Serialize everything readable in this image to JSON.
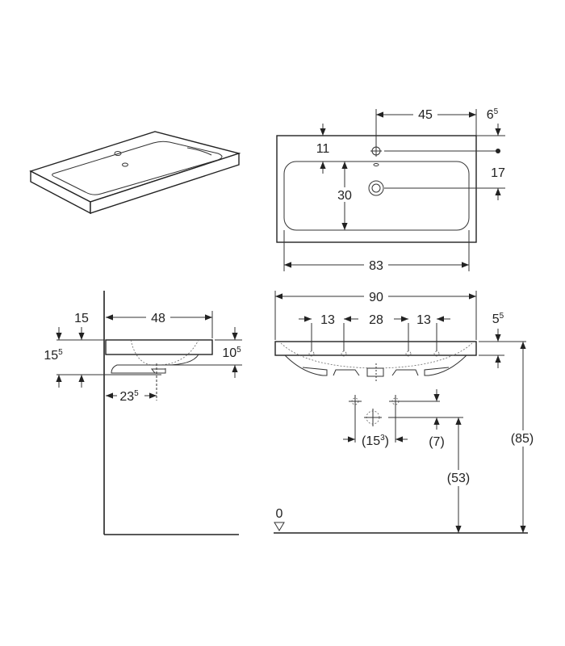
{
  "title": "Washbasin dimension drawing",
  "top_view": {
    "width_tap_to_edge": "45",
    "edge_offset": {
      "main": "6",
      "sup": "5"
    },
    "front_to_bowl": "11",
    "bowl_depth": "30",
    "tap_to_drain": "17",
    "bowl_width": "83"
  },
  "side_view": {
    "depth": "48",
    "wall_gap": "15",
    "height_total": {
      "main": "15",
      "sup": "5"
    },
    "rim_height": {
      "main": "10",
      "sup": "5"
    },
    "drain_distance": {
      "main": "23",
      "sup": "5"
    }
  },
  "front_view": {
    "overall_width": "90",
    "hole_left": "13",
    "hole_spacing": "28",
    "hole_right": "13",
    "rim_thickness": {
      "main": "5",
      "sup": "5"
    },
    "fixing_spacing": {
      "open": "(15",
      "sup": "3",
      "close": ")"
    },
    "fixing_offset": "(7)",
    "drain_height": "(53)",
    "rim_height_floor": "(85)",
    "floor_level": "0"
  }
}
